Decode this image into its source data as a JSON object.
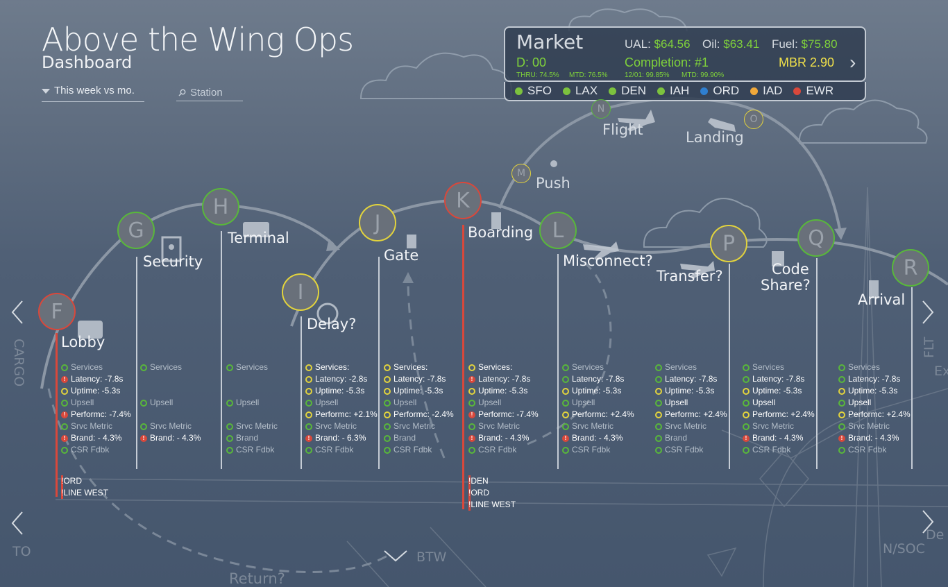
{
  "header": {
    "title": "Above the Wing Ops",
    "subtitle": "Dashboard"
  },
  "filters": {
    "period": "This week vs mo.",
    "station_placeholder": "Station"
  },
  "market": {
    "title": "Market",
    "ual_label": "UAL:",
    "ual_value": "$64.56",
    "oil_label": "Oil:",
    "oil_value": "$63.41",
    "fuel_label": "Fuel:",
    "fuel_value": "$75.80",
    "d_value": "D: 00",
    "completion": "Completion: #1",
    "mbr": "MBR 2.90",
    "thru": "THRU: 74.5%",
    "mtd1": "MTD: 76.5%",
    "date_pct": "12/01: 99.85%",
    "mtd2": "MTD: 99.90%",
    "next": "›"
  },
  "stations": [
    {
      "code": "SFO",
      "color": "#7cc23e"
    },
    {
      "code": "LAX",
      "color": "#7cc23e"
    },
    {
      "code": "DEN",
      "color": "#7cc23e"
    },
    {
      "code": "IAH",
      "color": "#7cc23e"
    },
    {
      "code": "ORD",
      "color": "#2f7fd0"
    },
    {
      "code": "IAD",
      "color": "#f0a83a"
    },
    {
      "code": "EWR",
      "color": "#d9483b"
    }
  ],
  "stages": {
    "F": {
      "letter": "F",
      "label": "Lobby"
    },
    "G": {
      "letter": "G",
      "label": "Security"
    },
    "H": {
      "letter": "H",
      "label": "Terminal"
    },
    "I": {
      "letter": "I",
      "label": "Delay?"
    },
    "J": {
      "letter": "J",
      "label": "Gate"
    },
    "K": {
      "letter": "K",
      "label": "Boarding"
    },
    "L": {
      "letter": "L",
      "label": "Misconnect?"
    },
    "M": {
      "letter": "M",
      "label": "Push"
    },
    "N": {
      "letter": "N",
      "label": "Flight"
    },
    "O": {
      "letter": "O",
      "label": "Landing"
    },
    "P": {
      "letter": "P",
      "label": "Transfer?"
    },
    "Q": {
      "letter": "Q",
      "label": "Code Share?",
      "label1": "Code",
      "label2": "Share?"
    },
    "R": {
      "letter": "R",
      "label": "Arrival"
    }
  },
  "metrics": {
    "F": [
      [
        "g",
        "d",
        "Services"
      ],
      [
        "r",
        "h",
        "Latency: -7.8s"
      ],
      [
        "y",
        "h",
        "Uptime: -5.3s"
      ],
      [
        "g",
        "d",
        "Upsell"
      ],
      [
        "r",
        "h",
        "Performc: -7.4%"
      ],
      [
        "g",
        "d",
        "Srvc Metric"
      ],
      [
        "r",
        "h",
        "Brand: - 4.3%"
      ],
      [
        "g",
        "d",
        "CSR Fdbk"
      ]
    ],
    "G": [
      [
        "g",
        "d",
        "Services"
      ],
      [
        "",
        "",
        ""
      ],
      [
        "",
        "",
        ""
      ],
      [
        "g",
        "d",
        "Upsell"
      ],
      [
        "",
        "",
        ""
      ],
      [
        "g",
        "d",
        "Srvc Metric"
      ],
      [
        "r",
        "h",
        "Brand: - 4.3%"
      ],
      [
        "",
        "",
        ""
      ]
    ],
    "H": [
      [
        "g",
        "d",
        "Services"
      ],
      [
        "",
        "",
        ""
      ],
      [
        "",
        "",
        ""
      ],
      [
        "g",
        "d",
        "Upsell"
      ],
      [
        "",
        "",
        ""
      ],
      [
        "g",
        "d",
        "Srvc Metric"
      ],
      [
        "g",
        "d",
        "Brand"
      ],
      [
        "g",
        "d",
        "CSR Fdbk"
      ]
    ],
    "I": [
      [
        "y",
        "h",
        "Services:"
      ],
      [
        "y",
        "h",
        "Latency: -2.8s"
      ],
      [
        "y",
        "h",
        "Uptime: -5.3s"
      ],
      [
        "g",
        "d",
        "Upsell"
      ],
      [
        "y",
        "h",
        "Performc: +2.1%"
      ],
      [
        "g",
        "d",
        "Srvc Metric"
      ],
      [
        "r",
        "h",
        "Brand: - 6.3%"
      ],
      [
        "g",
        "d",
        "CSR Fdbk"
      ]
    ],
    "J": [
      [
        "y",
        "h",
        "Services:"
      ],
      [
        "y",
        "h",
        "Latency: -7.8s"
      ],
      [
        "y",
        "h",
        "Uptime: -5.3s"
      ],
      [
        "g",
        "d",
        "Upsell"
      ],
      [
        "y",
        "h",
        "Performc: -2.4%"
      ],
      [
        "g",
        "d",
        "Srvc Metric"
      ],
      [
        "g",
        "d",
        "Brand"
      ],
      [
        "g",
        "d",
        "CSR Fdbk"
      ]
    ],
    "K": [
      [
        "y",
        "h",
        "Services:"
      ],
      [
        "r",
        "h",
        "Latency: -7.8s"
      ],
      [
        "y",
        "h",
        "Uptime: -5.3s"
      ],
      [
        "g",
        "d",
        "Upsell"
      ],
      [
        "r",
        "h",
        "Performc: -7.4%"
      ],
      [
        "g",
        "d",
        "Srvc Metric"
      ],
      [
        "r",
        "h",
        "Brand: - 4.3%"
      ],
      [
        "g",
        "d",
        "CSR Fdbk"
      ]
    ],
    "L": [
      [
        "g",
        "d",
        "Services"
      ],
      [
        "g",
        "h",
        "Latency: -7.8s"
      ],
      [
        "y",
        "h",
        "Uptime: -5.3s"
      ],
      [
        "g",
        "d",
        "Upsell"
      ],
      [
        "y",
        "h",
        "Performc: +2.4%"
      ],
      [
        "g",
        "d",
        "Srvc Metric"
      ],
      [
        "r",
        "h",
        "Brand: - 4.3%"
      ],
      [
        "g",
        "d",
        "CSR Fdbk"
      ]
    ],
    "P": [
      [
        "g",
        "d",
        "Services"
      ],
      [
        "g",
        "h",
        "Latency: -7.8s"
      ],
      [
        "y",
        "h",
        "Uptime: -5.3s"
      ],
      [
        "g",
        "h",
        "Upsell"
      ],
      [
        "y",
        "h",
        "Performc: +2.4%"
      ],
      [
        "g",
        "d",
        "Srvc Metric"
      ],
      [
        "g",
        "d",
        "Brand"
      ],
      [
        "g",
        "d",
        "CSR Fdbk"
      ]
    ],
    "Q": [
      [
        "g",
        "d",
        "Services"
      ],
      [
        "g",
        "h",
        "Latency: -7.8s"
      ],
      [
        "y",
        "h",
        "Uptime: -5.3s"
      ],
      [
        "g",
        "h",
        "Upsell"
      ],
      [
        "y",
        "h",
        "Performc: +2.4%"
      ],
      [
        "g",
        "d",
        "Srvc Metric"
      ],
      [
        "r",
        "h",
        "Brand: - 4.3%"
      ],
      [
        "g",
        "d",
        "CSR Fdbk"
      ]
    ],
    "R": [
      [
        "g",
        "d",
        "Services"
      ],
      [
        "g",
        "h",
        "Latency: -7.8s"
      ],
      [
        "y",
        "h",
        "Uptime: -5.3s"
      ],
      [
        "g",
        "h",
        "Upsell"
      ],
      [
        "y",
        "h",
        "Performc: +2.4%"
      ],
      [
        "g",
        "d",
        "Srvc Metric"
      ],
      [
        "r",
        "h",
        "Brand: - 4.3%"
      ],
      [
        "g",
        "d",
        "CSR Fdbk"
      ]
    ]
  },
  "alerts": {
    "F": [
      "ORD",
      "LINE WEST"
    ],
    "K": [
      "DEN",
      "ORD",
      "LINE WEST"
    ]
  },
  "edges": {
    "cargo": "CARGO",
    "to": "TO",
    "btw": "BTW",
    "return": "Return?",
    "flt": "FLT",
    "ex": "Ex",
    "nsoc": "N/SOC",
    "de": "De"
  },
  "colors": {
    "green": "#59b83a",
    "yellow": "#e2d33d",
    "red": "#d9483b",
    "node_fill": "#69707a"
  }
}
